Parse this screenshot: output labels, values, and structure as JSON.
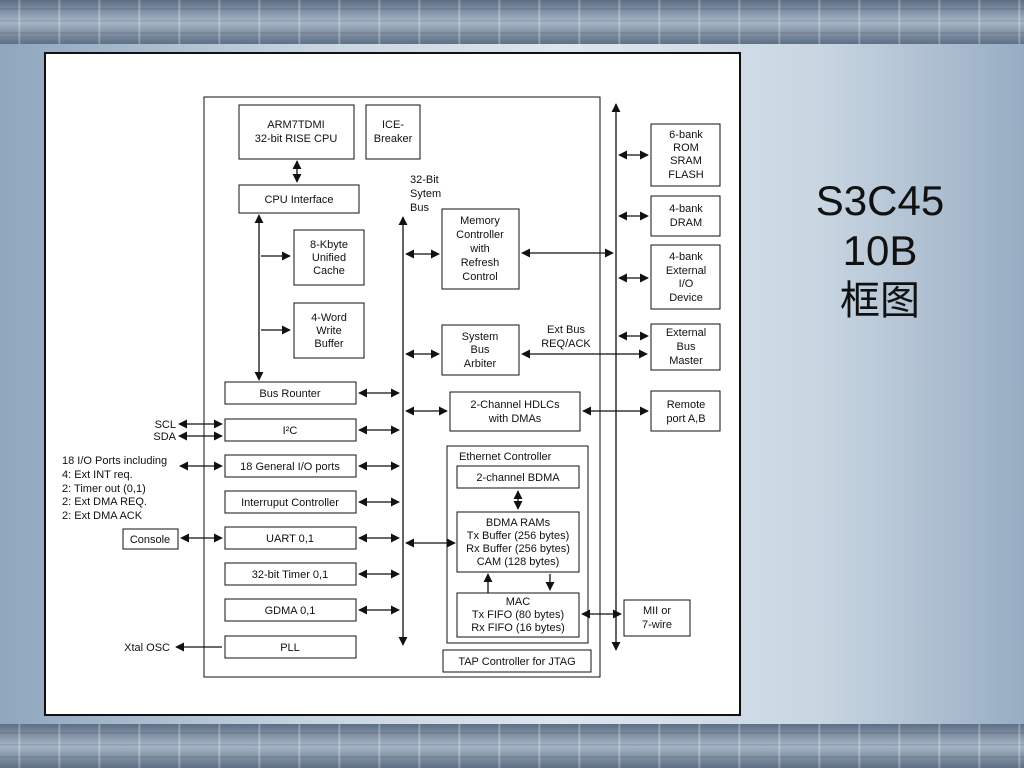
{
  "slide": {
    "title_lines": [
      "S3C45",
      "10B",
      "框图"
    ]
  },
  "diagram": {
    "arm_core": [
      "ARM7TDMI",
      "32-bit RISE CPU"
    ],
    "ice_breaker": [
      "ICE-",
      "Breaker"
    ],
    "cpu_interface": "CPU Interface",
    "cache": [
      "8-Kbyte",
      "Unified",
      "Cache"
    ],
    "write_buffer": [
      "4-Word",
      "Write",
      "Buffer"
    ],
    "bus_router": "Bus Rounter",
    "i2c": "I²C",
    "gpio": "18 General I/O ports",
    "interrupt": "Interruput Controller",
    "uart": "UART 0,1",
    "timer": "32-bit Timer 0,1",
    "gdma": "GDMA 0,1",
    "pll": "PLL",
    "system_bus": [
      "32-Bit",
      "Sytem",
      "Bus"
    ],
    "memory_controller": [
      "Memory",
      "Controller",
      "with",
      "Refresh",
      "Control"
    ],
    "bus_arbiter": [
      "System",
      "Bus",
      "Arbiter"
    ],
    "ext_bus_req": [
      "Ext Bus",
      "REQ/ACK"
    ],
    "hdlc": [
      "2-Channel HDLCs",
      "with DMAs"
    ],
    "ethernet_controller": "Ethernet Controller",
    "bdma": "2-channel BDMA",
    "bdma_rams": [
      "BDMA RAMs",
      "Tx Buffer (256 bytes)",
      "Rx Buffer (256 bytes)",
      "CAM (128 bytes)"
    ],
    "mac": [
      "MAC",
      "Tx FIFO (80 bytes)",
      "Rx FIFO (16 bytes)"
    ],
    "tap_controller": "TAP Controller for JTAG",
    "rom_bank": [
      "6-bank",
      "ROM",
      "SRAM",
      "FLASH"
    ],
    "dram_bank": [
      "4-bank",
      "DRAM"
    ],
    "ext_io_bank": [
      "4-bank",
      "External",
      "I/O",
      "Device"
    ],
    "ext_bus_master": [
      "External",
      "Bus",
      "Master"
    ],
    "remote_port": [
      "Remote",
      "port A,B"
    ],
    "mii": [
      "MII or",
      "7-wire"
    ],
    "scl": "SCL",
    "sda": "SDA",
    "io_ports_note": [
      "18 I/O Ports including",
      "4: Ext INT req.",
      "2: Timer out (0,1)",
      "2: Ext DMA REQ.",
      "2: Ext DMA ACK"
    ],
    "console": "Console",
    "xtal_osc": "Xtal OSC"
  }
}
